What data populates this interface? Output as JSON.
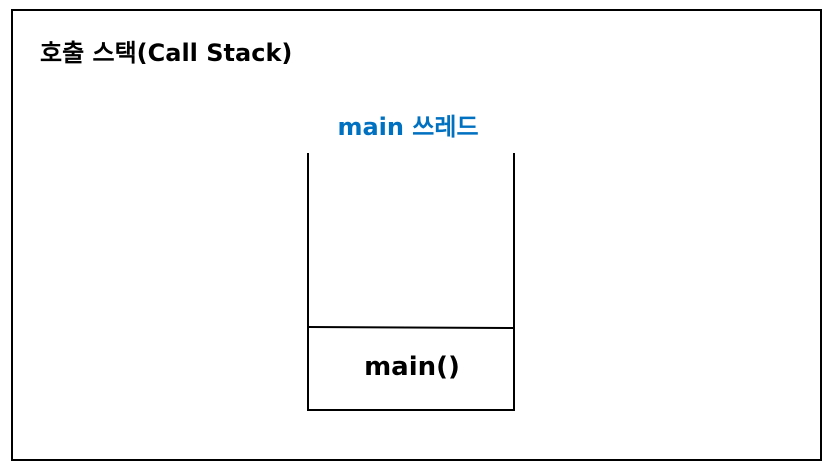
{
  "diagram": {
    "title": "호출 스택(Call Stack)",
    "thread_label": "main 쓰레드",
    "stack_frames": [
      "main()"
    ],
    "colors": {
      "border": "#000000",
      "thread_label": "#0070c0",
      "text": "#000000"
    }
  }
}
